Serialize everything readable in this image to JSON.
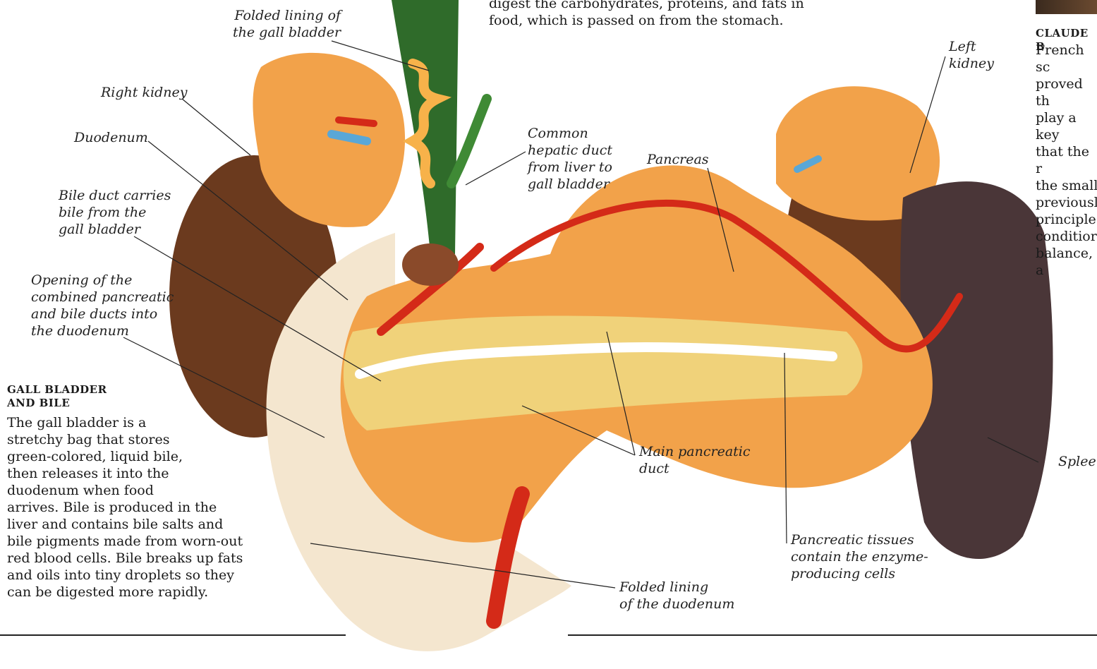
{
  "intro_text": "digest the carbohydrates, proteins, and fats in\nfood, which is passed on from the stomach.",
  "labels": {
    "folded_lining_gall_bladder": "Folded lining of\nthe gall bladder",
    "right_kidney": "Right kidney",
    "duodenum": "Duodenum",
    "bile_duct": "Bile duct carries\nbile from the\ngall bladder",
    "opening_ducts": "Opening of the\ncombined pancreatic\nand bile ducts into\nthe duodenum",
    "common_hepatic_duct": "Common\nhepatic duct\nfrom liver to\ngall bladder",
    "pancreas": "Pancreas",
    "left_kidney": "Left\nkidney",
    "main_pancreatic_duct": "Main pancreatic\nduct",
    "spleen": "Spleen",
    "pancreatic_tissues": "Pancreatic tissues\ncontain the enzyme-\nproducing cells",
    "folded_lining_duodenum": "Folded lining\nof the duodenum"
  },
  "gall_bladder_box": {
    "heading": "GALL BLADDER\nAND BILE",
    "body": "The gall bladder is a\nstretchy bag that stores\ngreen-colored, liquid bile,\nthen releases it into the\nduodenum when food\narrives. Bile is produced in the\nliver and contains bile salts and\nbile pigments made from worn-out\nred blood cells. Bile breaks up fats\nand oils into tiny droplets so they\ncan be digested more rapidly."
  },
  "sidebar": {
    "heading": "CLAUDE B",
    "body": "French sc\nproved th\nplay a key\nthat the r\nthe small\npreviousl\nprinciple\nconditior\nbalance, a"
  },
  "colors": {
    "pancreas": "#f2a24a",
    "artery": "#d42a18",
    "vein": "#5aa7d6",
    "kidney": "#6b3a1e",
    "spleen": "#4a3638",
    "duodenum": "#f4e6cf",
    "gall_bladder": "#2f6b2a",
    "duct": "#ffffff"
  }
}
